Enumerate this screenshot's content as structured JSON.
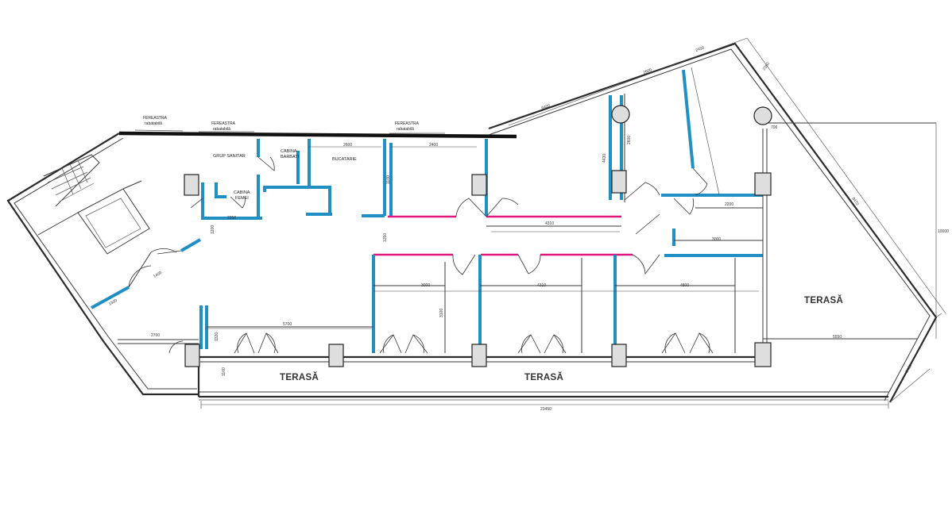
{
  "labels": {
    "fereastra_1_a": "FEREASTRA",
    "fereastra_1_b": "rabatabilă",
    "fereastra_2_a": "FEREASTRA",
    "fereastra_2_b": "rabatabilă",
    "fereastra_3_a": "FEREASTRA",
    "fereastra_3_b": "rabatabilă",
    "grup_sanitar": "GRUP SANITAR",
    "cabina_barbati_a": "CABINA",
    "cabina_barbati_b": "BARBATI",
    "cabina_femei_a": "CABINA",
    "cabina_femei_b": "FEMEI",
    "bucatarie": "BUCATARIE",
    "terasa_left": "TERASĂ",
    "terasa_center": "TERASĂ",
    "terasa_right": "TERASĂ"
  },
  "dimensions": {
    "d_2600": "2600",
    "d_2400": "2400",
    "d_6400": "6400",
    "d_2600_diag": "2600",
    "d_2450": "2450",
    "d_2350": "2350",
    "d_700": "700",
    "d_4310": "4310",
    "d_2200": "2200",
    "d_3000_right": "3000",
    "d_3000_mid": "3000",
    "d_4310_mid": "4310",
    "d_4800": "4800",
    "d_5700": "5700",
    "d_2700": "2700",
    "d_23450": "23450",
    "d_5550": "5550",
    "d_10000": "10000",
    "d_2350_left": "2350",
    "d_1400": "1400",
    "d_1300": "1300",
    "d_2450_diag": "2450",
    "d_8470": "8470",
    "d_4430": "4430",
    "d_1200": "1200",
    "d_1100": "1100",
    "d_1250": "1250",
    "d_3100": "3100",
    "d_2600_v": "2600",
    "d_1320": "1320",
    "d_1100_b": "1100"
  }
}
